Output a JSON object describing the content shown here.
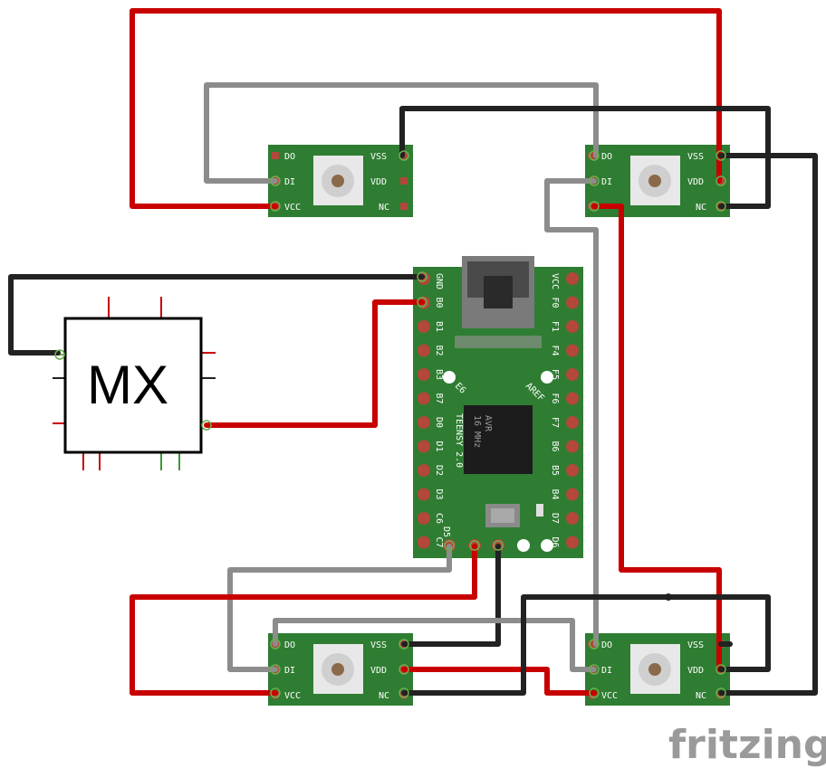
{
  "colors": {
    "wire_red": "#c80000",
    "wire_black": "#222222",
    "wire_gray": "#8c8c8c",
    "pcb_green": "#2e7d32",
    "pin_red": "#b3473a",
    "led_white": "#e8e8e8"
  },
  "led_module": {
    "pin_do": "DO",
    "pin_di": "DI",
    "pin_vcc": "VCC",
    "pin_vss": "VSS",
    "pin_vdd": "VDD",
    "pin_nc": "NC"
  },
  "mx_switch": {
    "label": "MX"
  },
  "teensy": {
    "left_pins": [
      "GND",
      "B0",
      "B1",
      "B2",
      "B3",
      "B7",
      "D0",
      "D1",
      "D2",
      "D3",
      "C6",
      "C7"
    ],
    "right_pins": [
      "VCC",
      "F0",
      "F1",
      "F4",
      "F5",
      "F6",
      "F7",
      "B6",
      "B5",
      "B4",
      "D7",
      "D6"
    ],
    "bottom_pins": [
      "D5"
    ],
    "e6_label": "E6",
    "aref_label": "AREF",
    "board_name": "TEENSY 2.0",
    "chip_line1": "AVR",
    "chip_line2": "16 MHz"
  },
  "logo": {
    "text": "fritzing"
  }
}
